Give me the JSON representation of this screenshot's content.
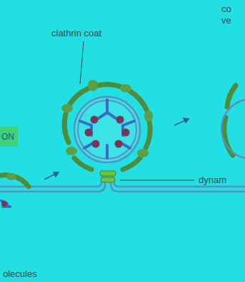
{
  "diagram": {
    "nodes": [
      {
        "text": [
          "ON"
        ]
      }
    ],
    "labels": [
      "co",
      "ve",
      "clathrin coat",
      "dynam",
      "olecules"
    ]
  }
}
